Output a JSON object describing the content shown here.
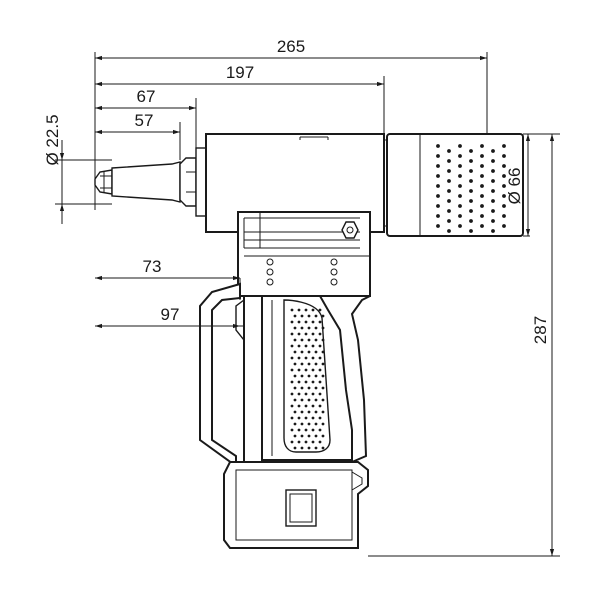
{
  "dimensions": {
    "overall_length": "265",
    "length_to_head": "197",
    "nose_length_1": "67",
    "nose_length_2": "57",
    "nose_diameter": "Ø 22.5",
    "head_diameter": "Ø 66",
    "trigger_offset_1": "73",
    "trigger_offset_2": "97",
    "overall_height": "287"
  },
  "colors": {
    "line": "#1a1a1a",
    "background": "#ffffff"
  },
  "icons": [
    "tool-outline",
    "battery-pack",
    "grip-dots",
    "hex-bolt-icon"
  ]
}
